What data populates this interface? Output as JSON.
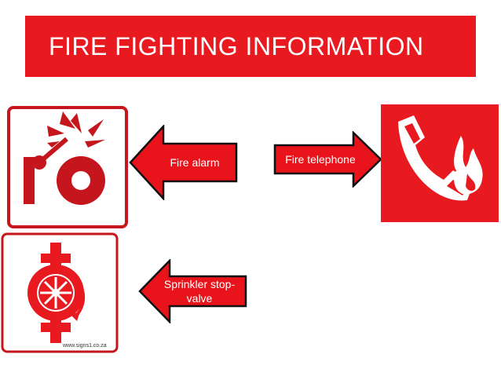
{
  "title": "FIRE FIGHTING INFORMATION",
  "colors": {
    "red": "#e8191f",
    "dark_red": "#c4161c",
    "arrow_red": "#e8131b"
  },
  "arrows": {
    "fire_alarm": "Fire alarm",
    "fire_telephone": "Fire telephone",
    "sprinkler_line1": "Sprinkler stop-",
    "sprinkler_line2": "valve"
  },
  "signs": {
    "sprinkler_watermark": "www.signs1.co.za"
  }
}
